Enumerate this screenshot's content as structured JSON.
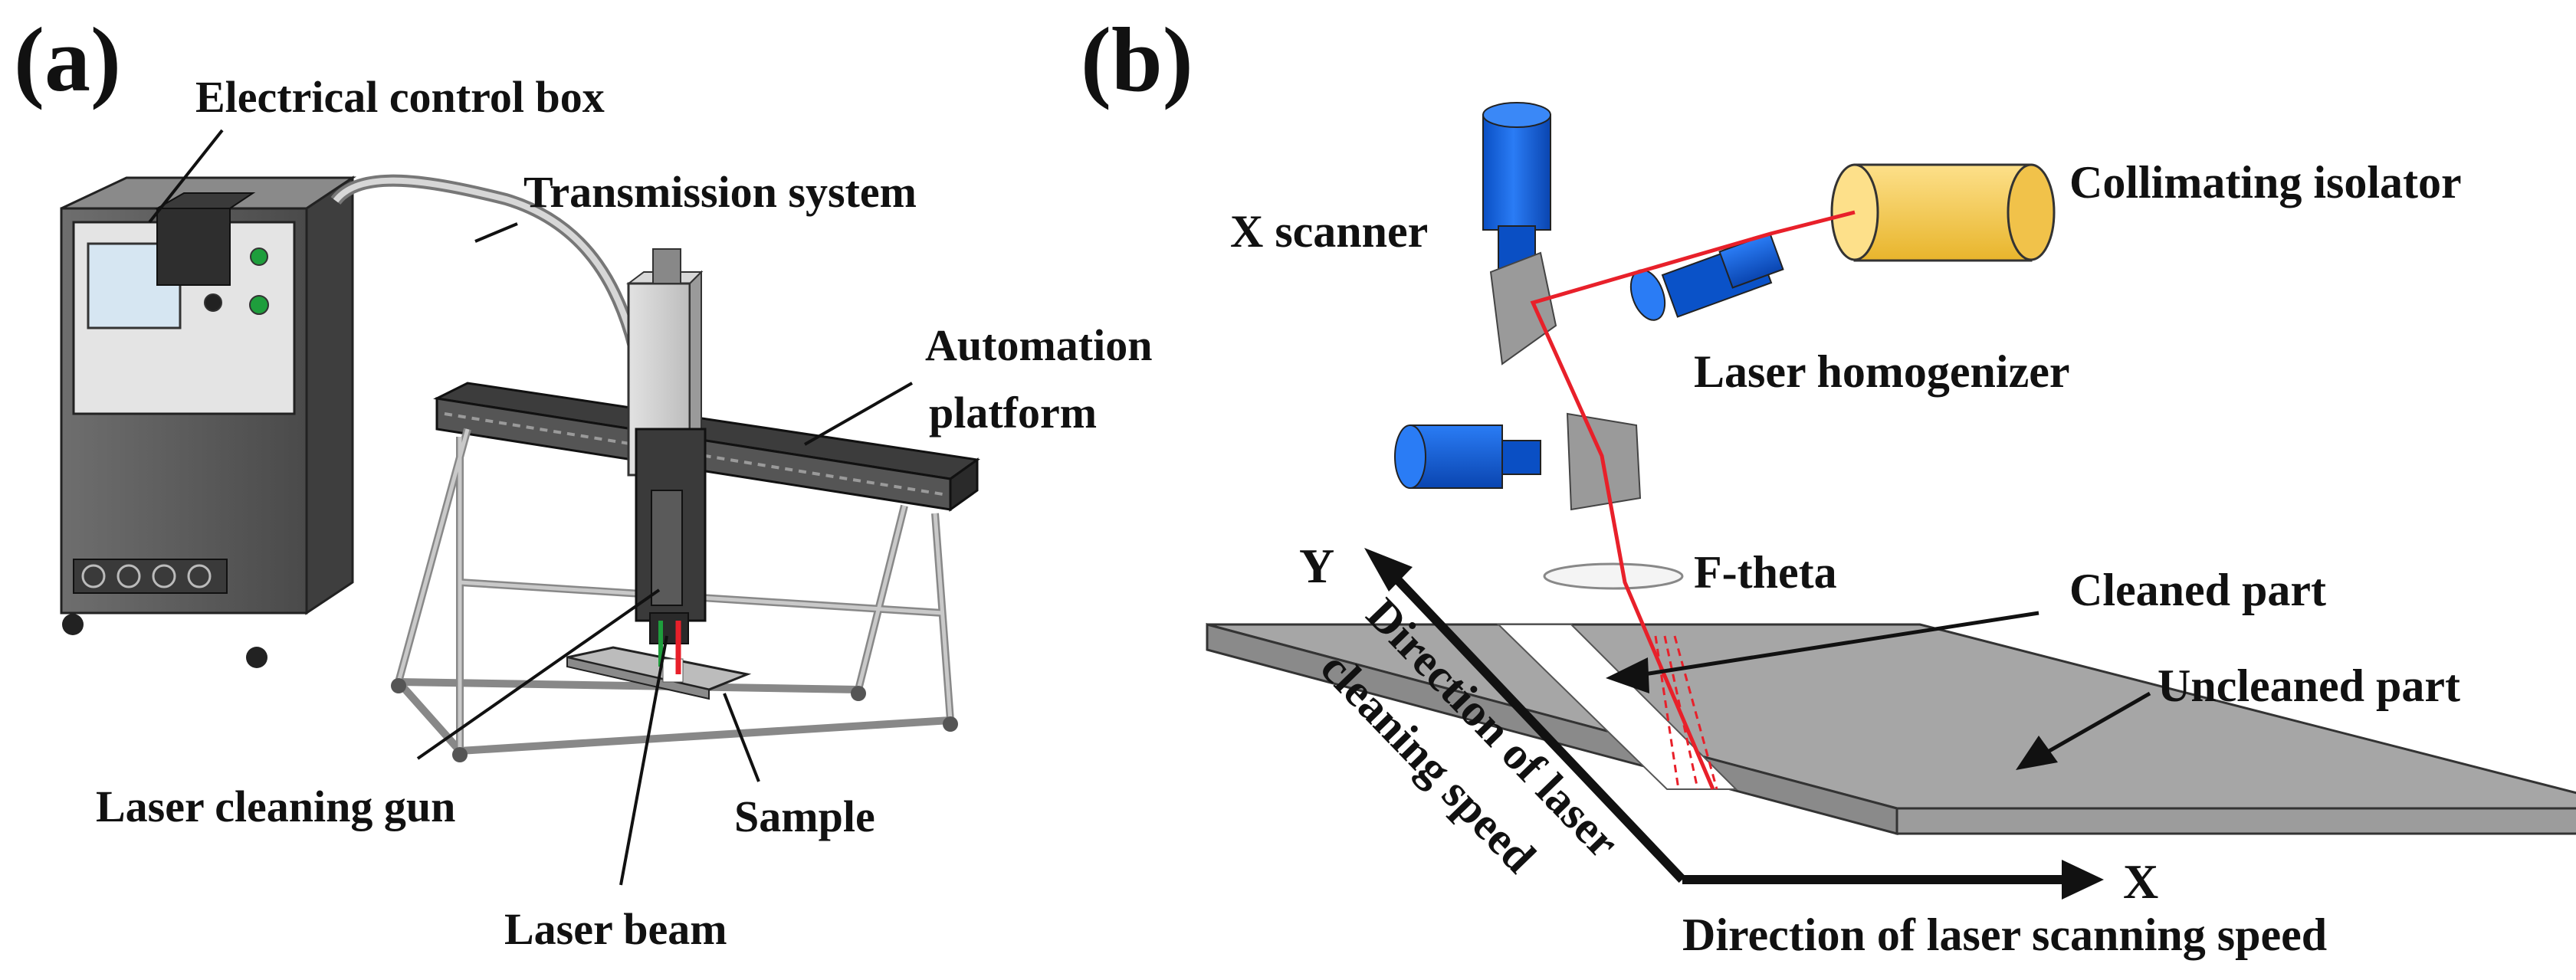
{
  "panel_a": {
    "label": "(a)",
    "callouts": {
      "electrical_control_box": "Electrical control box",
      "transmission_system": "Transmission system",
      "automation_platform_line1": "Automation",
      "automation_platform_line2": "platform",
      "laser_cleaning_gun": "Laser cleaning gun",
      "sample": "Sample",
      "laser_beam": "Laser beam"
    }
  },
  "panel_b": {
    "label": "(b)",
    "callouts": {
      "x_scanner": "X scanner",
      "collimating_isolator": "Collimating isolator",
      "laser_homogenizer": "Laser homogenizer",
      "f_theta": "F-theta",
      "cleaned_part": "Cleaned part",
      "uncleaned_part": "Uncleaned part",
      "axis_y": "Y",
      "axis_x": "X",
      "cleaning_direction_line1": "Direction of laser",
      "cleaning_direction_line2": "cleaning speed",
      "scanning_direction": "Direction of laser scanning speed"
    }
  },
  "colors": {
    "laser": "#e8202a",
    "optic_blue": "#1060e0",
    "isolator_yellow": "#f5c842",
    "mirror_gray": "#9a9a9a",
    "machine_gray": "#5a5a5a",
    "plate_gray": "#a6a6a6"
  }
}
